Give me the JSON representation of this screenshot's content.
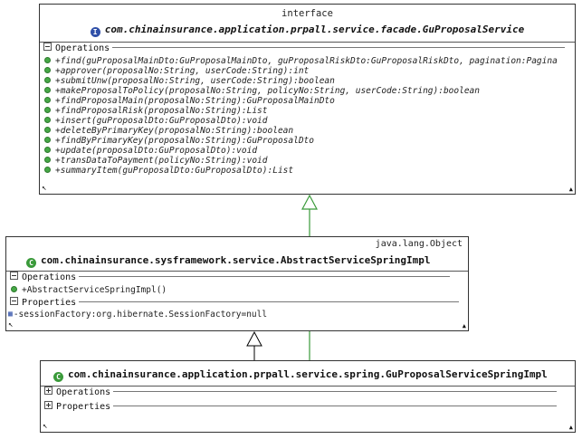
{
  "interface_box": {
    "stereotype": "interface",
    "title": "com.chinainsurance.application.prpall.service.facade.GuProposalService",
    "icon": "interface-icon",
    "section_label": "Operations",
    "operations": [
      "+find(guProposalMainDto:GuProposalMainDto, guProposalRiskDto:GuProposalRiskDto, pagination:Pagina",
      "+approver(proposalNo:String, userCode:String):int",
      "+submitUnw(proposalNo:String, userCode:String):boolean",
      "+makeProposalToPolicy(proposalNo:String, policyNo:String, userCode:String):boolean",
      "+findProposalMain(proposalNo:String):GuProposalMainDto",
      "+findProposalRisk(proposalNo:String):List",
      "+insert(guProposalDto:GuProposalDto):void",
      "+deleteByPrimaryKey(proposalNo:String):boolean",
      "+findByPrimaryKey(proposalNo:String):GuProposalDto",
      "+update(proposalDto:GuProposalDto):void",
      "+transDataToPayment(policyNo:String):void",
      "+summaryItem(guProposalDto:GuProposalDto):List"
    ]
  },
  "abstract_box": {
    "superclass_label": "java.lang.Object",
    "title": "com.chinainsurance.sysframework.service.AbstractServiceSpringImpl",
    "operations_label": "Operations",
    "operations": [
      "+AbstractServiceSpringImpl()"
    ],
    "properties_label": "Properties",
    "properties": [
      "-sessionFactory:org.hibernate.SessionFactory=null"
    ]
  },
  "impl_box": {
    "title": "com.chinainsurance.application.prpall.service.spring.GuProposalServiceSpringImpl",
    "operations_label": "Operations",
    "properties_label": "Properties"
  },
  "colors": {
    "realization_line": "#3a9a3a",
    "generalization_line": "#000000",
    "interface_icon": "#2f4fa8",
    "class_icon": "#3a9a3a",
    "operation_dot": "#46a846"
  }
}
